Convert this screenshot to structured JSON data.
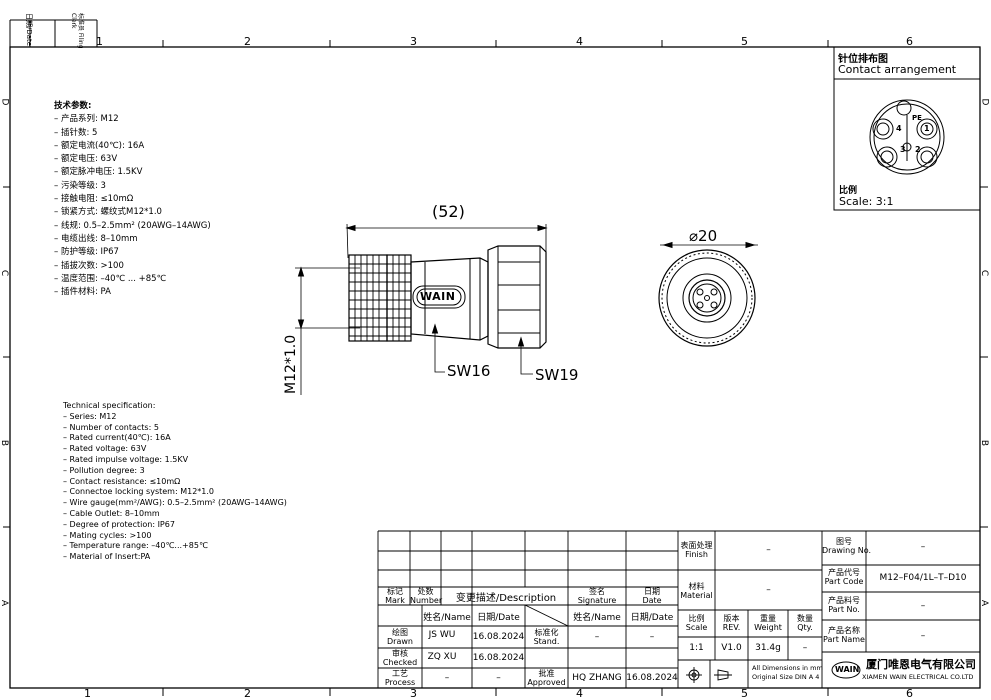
{
  "margin_labels": {
    "date": "日期/Date",
    "filing": "标准员 Filing Clerk"
  },
  "zones": {
    "top": [
      "1",
      "2",
      "3",
      "4",
      "5",
      "6"
    ],
    "bottom": [
      "1",
      "2",
      "3",
      "4",
      "5",
      "6"
    ],
    "rows": [
      "D",
      "C",
      "B",
      "A"
    ]
  },
  "contact_box": {
    "title_cn": "针位排布图",
    "title_en": "Contact arrangement",
    "scale_cn": "比例",
    "scale_en": "Scale: 3:1",
    "pins": [
      "1",
      "2",
      "3",
      "4",
      "PE"
    ]
  },
  "dims": {
    "length": "(52)",
    "diameter": "⌀20",
    "thread": "M12*1.0",
    "sw1": "SW16",
    "sw2": "SW19",
    "brand": "WAIN"
  },
  "spec_cn": {
    "header": "技术参数:",
    "lines": [
      "– 产品系列:  M12",
      "– 插针数:  5",
      "– 额定电流(40℃): 16A",
      "– 额定电压:  63V",
      "– 额定脉冲电压:  1.5KV",
      "– 污染等级:  3",
      "– 接触电阻:  ≤10mΩ",
      "– 锁紧方式:  螺纹式M12*1.0",
      "– 线规:  0.5–2.5mm² (20AWG–14AWG)",
      "– 电缆出线:  8–10mm",
      "– 防护等级:  IP67",
      "– 插拔次数:  >100",
      "– 温度范围:  –40℃  ...  +85℃",
      "– 插件材料:  PA"
    ]
  },
  "spec_en": {
    "header": "Technical specification:",
    "lines": [
      "– Series: M12",
      "– Number of contacts: 5",
      "– Rated current(40℃): 16A",
      "– Rated voltage: 63V",
      "– Rated impulse voltage: 1.5KV",
      "– Pollution degree: 3",
      "– Contact resistance: ≤10mΩ",
      "– Connectoe locking system: M12*1.0",
      "– Wire gauge(mm²/AWG): 0.5–2.5mm² (20AWG–14AWG)",
      "– Cable Outlet:  8–10mm",
      "– Degree of protection: IP67",
      "– Mating cycles: >100",
      "– Temperature range: –40℃...+85℃",
      "– Material of Insert:PA"
    ]
  },
  "title_block": {
    "mark": "标记\nMark",
    "number": "处数\nNumber",
    "change_desc": "变更描述/Description",
    "signature": "签名\nSignature",
    "date_hdr": "日期\nDate",
    "name_hdr": "姓名/Name",
    "date_hdr2": "日期/Date",
    "name_hdr3": "姓名/Name",
    "date_hdr3": "日期/Date",
    "drawn": "绘图\nDrawn",
    "drawn_name": "JS  WU",
    "drawn_date": "16.08.2024",
    "stand": "标准化\nStand.",
    "stand_name": "–",
    "stand_date": "–",
    "checked": "审核\nChecked",
    "checked_name": "ZQ  XU",
    "checked_date": "16.08.2024",
    "process": "工艺\nProcess",
    "process_name": "–",
    "process_date": "–",
    "approved": "批准\nApproved",
    "approved_name": "HQ  ZHANG",
    "approved_date": "16.08.2024",
    "finish": "表面处理\nFinish",
    "finish_val": "–",
    "material": "材料\nMaterial",
    "material_val": "–",
    "scale": "比例\nScale",
    "scale_val": "1:1",
    "rev": "版本\nREV.",
    "rev_val": "V1.0",
    "weight": "重量\nWeight",
    "weight_val": "31.4g",
    "qty": "数量\nQty.",
    "qty_val": "–",
    "dims_note": "All Dimensions in mm\nOriginal Size DIN A 4",
    "drawing_no": "图号\nDrawing No.",
    "drawing_no_val": "–",
    "part_code": "产品代号\nPart Code",
    "part_code_val": "M12–F04/1L–T–D10",
    "part_no": "产品料号\nPart No.",
    "part_no_val": "–",
    "part_name": "产品名称\nPart Name",
    "part_name_val": "–",
    "company_cn": "厦门唯恩电气有限公司",
    "company_en": "XIAMEN WAIN ELECTRICAL CO.LTD",
    "logo": "WAIN"
  }
}
